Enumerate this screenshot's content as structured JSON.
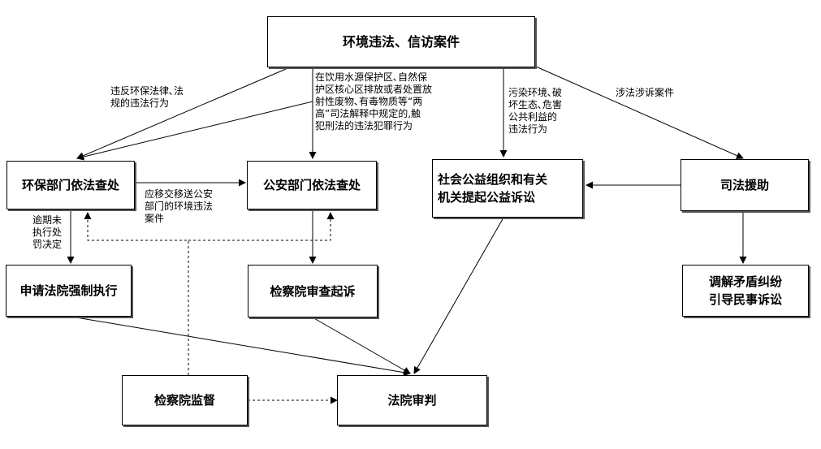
{
  "nodes": {
    "top": "环境违法、信访案件",
    "env_dept": "环保部门依法查处",
    "police": "公安部门依法查处",
    "public_interest": "社会公益组织和有关\n机关提起公益诉讼",
    "legal_aid": "司法援助",
    "court_enforce": "申请法院强制执行",
    "procuratorate_prosecute": "检察院审查起诉",
    "mediation": "调解矛盾纠纷\n引导民事诉讼",
    "supervision": "检察院监督",
    "court_trial": "法院审判"
  },
  "labels": {
    "violation": "违反环保法律､法\n规的违法行为",
    "crime": "在饮用水源保护区､自然保\n护区核心区排放或者处置放\n射性废物､有毒物质等“两\n高”司法解释中规定的,触\n犯刑法的违法犯罪行为",
    "pollution": "污染环境､破\n坏生态､危害\n公共利益的\n违法行为",
    "litigation": "涉法涉诉案件",
    "transfer": "应移交移送公安\n部门的环境违法\n案件",
    "overdue": "逾期未\n执行处\n罚决定"
  }
}
